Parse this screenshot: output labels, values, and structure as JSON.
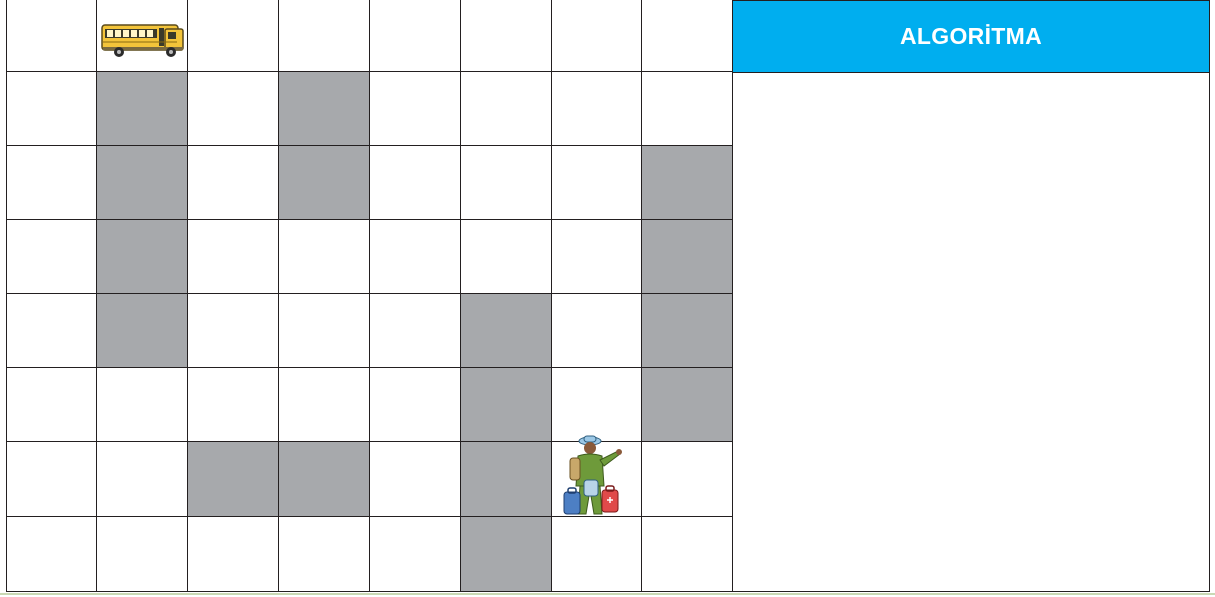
{
  "grid": {
    "rows": 8,
    "cols": 8,
    "walls": [
      [
        1,
        1
      ],
      [
        1,
        3
      ],
      [
        2,
        1
      ],
      [
        2,
        3
      ],
      [
        2,
        7
      ],
      [
        3,
        1
      ],
      [
        3,
        7
      ],
      [
        4,
        1
      ],
      [
        4,
        5
      ],
      [
        4,
        7
      ],
      [
        5,
        5
      ],
      [
        5,
        7
      ],
      [
        6,
        2
      ],
      [
        6,
        3
      ],
      [
        6,
        5
      ],
      [
        7,
        5
      ]
    ],
    "wall_color": "#a7a9ac",
    "line_color": "#231f20",
    "bus": {
      "row": 0,
      "col": 1,
      "icon": "school-bus-icon"
    },
    "traveler": {
      "row": 6,
      "col": 6,
      "icon": "traveler-with-luggage-icon"
    }
  },
  "panel": {
    "title": "ALGORİTMA",
    "header_color": "#00aeef"
  }
}
